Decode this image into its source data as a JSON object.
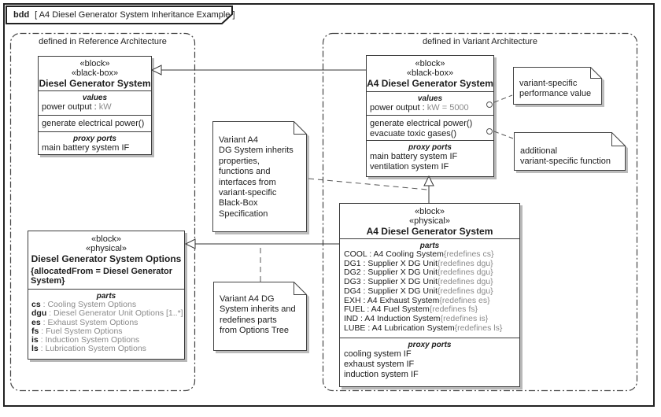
{
  "frame": {
    "kind": "bdd",
    "title": "[ A4 Diesel Generator System Inheritance Example ]"
  },
  "packages": {
    "reference": {
      "label": "defined in Reference Architecture"
    },
    "variant": {
      "label": "defined in Variant Architecture"
    }
  },
  "blocks": {
    "dgs_blackbox": {
      "stereotype1": "«block»",
      "stereotype2": "«black-box»",
      "name": "Diesel Generator System",
      "values_label": "values",
      "value_row": {
        "name": "power output : ",
        "value": "kW"
      },
      "operations": [
        "generate electrical power()"
      ],
      "proxy_label": "proxy ports",
      "proxy_ports": [
        "main battery system IF"
      ]
    },
    "a4_blackbox": {
      "stereotype1": "«block»",
      "stereotype2": "«black-box»",
      "name": "A4 Diesel Generator System",
      "values_label": "values",
      "value_row": {
        "name": "power output : ",
        "value": "kW = 5000"
      },
      "operations": [
        "generate electrical power()",
        "evacuate toxic gases()"
      ],
      "proxy_label": "proxy ports",
      "proxy_ports": [
        "main battery system IF",
        "ventilation system IF"
      ]
    },
    "dgs_options": {
      "stereotype1": "«block»",
      "stereotype2": "«physical»",
      "name": "Diesel Generator System Options",
      "constraint": "{allocatedFrom = Diesel Generator\nSystem}",
      "parts_label": "parts",
      "parts": [
        {
          "name": "cs",
          "type": " : Cooling System Options"
        },
        {
          "name": "dgu",
          "type": " : Diesel Generator Unit Options [1..*]"
        },
        {
          "name": "es",
          "type": " : Exhaust System Options"
        },
        {
          "name": "fs",
          "type": " : Fuel System Options"
        },
        {
          "name": "is",
          "type": " : Induction System Options"
        },
        {
          "name": "ls",
          "type": " : Lubrication System Options"
        }
      ]
    },
    "a4_physical": {
      "stereotype1": "«block»",
      "stereotype2": "«physical»",
      "name": "A4 Diesel Generator System",
      "parts_label": "parts",
      "parts": [
        {
          "name": "COOL : A4 Cooling System",
          "redefines": "{redefines cs}"
        },
        {
          "name": "DG1 : Supplier X DG Unit",
          "redefines": "{redefines dgu}"
        },
        {
          "name": "DG2 : Supplier X DG Unit",
          "redefines": "{redefines dgu}"
        },
        {
          "name": "DG3 : Supplier X DG Unit",
          "redefines": "{redefines dgu}"
        },
        {
          "name": "DG4 : Supplier X DG Unit",
          "redefines": "{redefines dgu}"
        },
        {
          "name": "EXH : A4 Exhaust System",
          "redefines": "{redefines es}"
        },
        {
          "name": "FUEL : A4 Fuel System",
          "redefines": "{redefines fs}"
        },
        {
          "name": "IND : A4 Induction System",
          "redefines": "{redefines is}"
        },
        {
          "name": "LUBE : A4 Lubrication System",
          "redefines": "{redefines ls}"
        }
      ],
      "proxy_label": "proxy ports",
      "proxy_ports": [
        "cooling system IF",
        "exhaust system IF",
        "induction system IF"
      ]
    }
  },
  "notes": {
    "inherit_blackbox": "Variant A4\nDG System inherits\nproperties,\nfunctions and\ninterfaces from\nvariant-specific\nBlack-Box\nSpecification",
    "inherit_options": "Variant A4 DG\nSystem inherits and\nredefines parts\nfrom Options Tree",
    "perf_value": "variant-specific\nperformance value",
    "add_function": "additional\nvariant-specific function"
  },
  "colors": {
    "border": "#3b3b3b",
    "gray_text": "#8a8a8a",
    "shadow": "#b8b8b8"
  }
}
